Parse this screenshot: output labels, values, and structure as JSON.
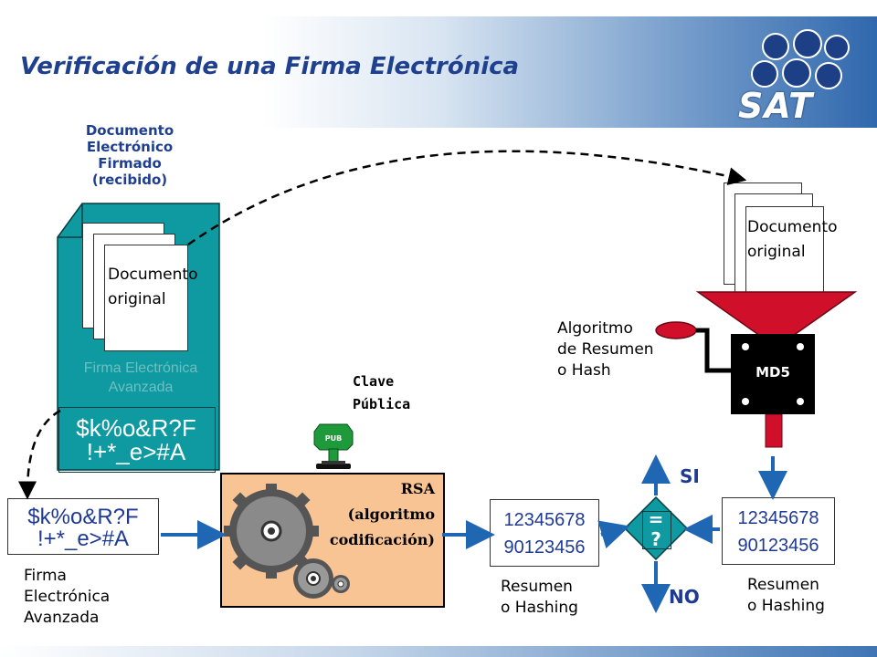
{
  "title": "Verificación de una Firma Electrónica",
  "logo": {
    "text": "SAT"
  },
  "signed_document": {
    "title_lines": [
      "Documento",
      "Electrónico",
      "Firmado",
      "(recibido)"
    ],
    "doc_lines": [
      "Documento",
      "original"
    ],
    "faded_lines": [
      "Firma Electrónica",
      "Avanzada"
    ],
    "signature_lines": [
      "$k%o&R?F",
      "!+*_e>#A"
    ]
  },
  "extracted_signature": {
    "lines": [
      "$k%o&R?F",
      "!+*_e>#A"
    ],
    "caption_lines": [
      "Firma",
      "Electrónica",
      "Avanzada"
    ]
  },
  "public_key": {
    "label_lines": [
      "Clave",
      "Pública"
    ],
    "tag": "PUB"
  },
  "rsa": {
    "lines": [
      "RSA",
      "(algoritmo",
      "codificación)"
    ]
  },
  "hash_left": {
    "lines": [
      "12345678",
      "90123456"
    ],
    "caption_lines": [
      "Resumen",
      "o Hashing"
    ]
  },
  "comparator": {
    "lines": [
      "=",
      "?"
    ],
    "yes": "SI",
    "no": "NO"
  },
  "hash_right": {
    "lines": [
      "12345678",
      "90123456"
    ],
    "caption_lines": [
      "Resumen",
      "o Hashing"
    ]
  },
  "original_document": {
    "lines": [
      "Documento",
      "original"
    ]
  },
  "hash_algorithm": {
    "label_lines": [
      "Algoritmo",
      "de Resumen",
      "o Hash"
    ],
    "name": "MD5"
  },
  "colors": {
    "title": "#1f3f8f",
    "teal": "#0e9aa0",
    "arrow": "#1f66b3",
    "funnel": "#d0102b",
    "rsa_fill": "#f9c493",
    "sig_text": "#1f3a93"
  }
}
